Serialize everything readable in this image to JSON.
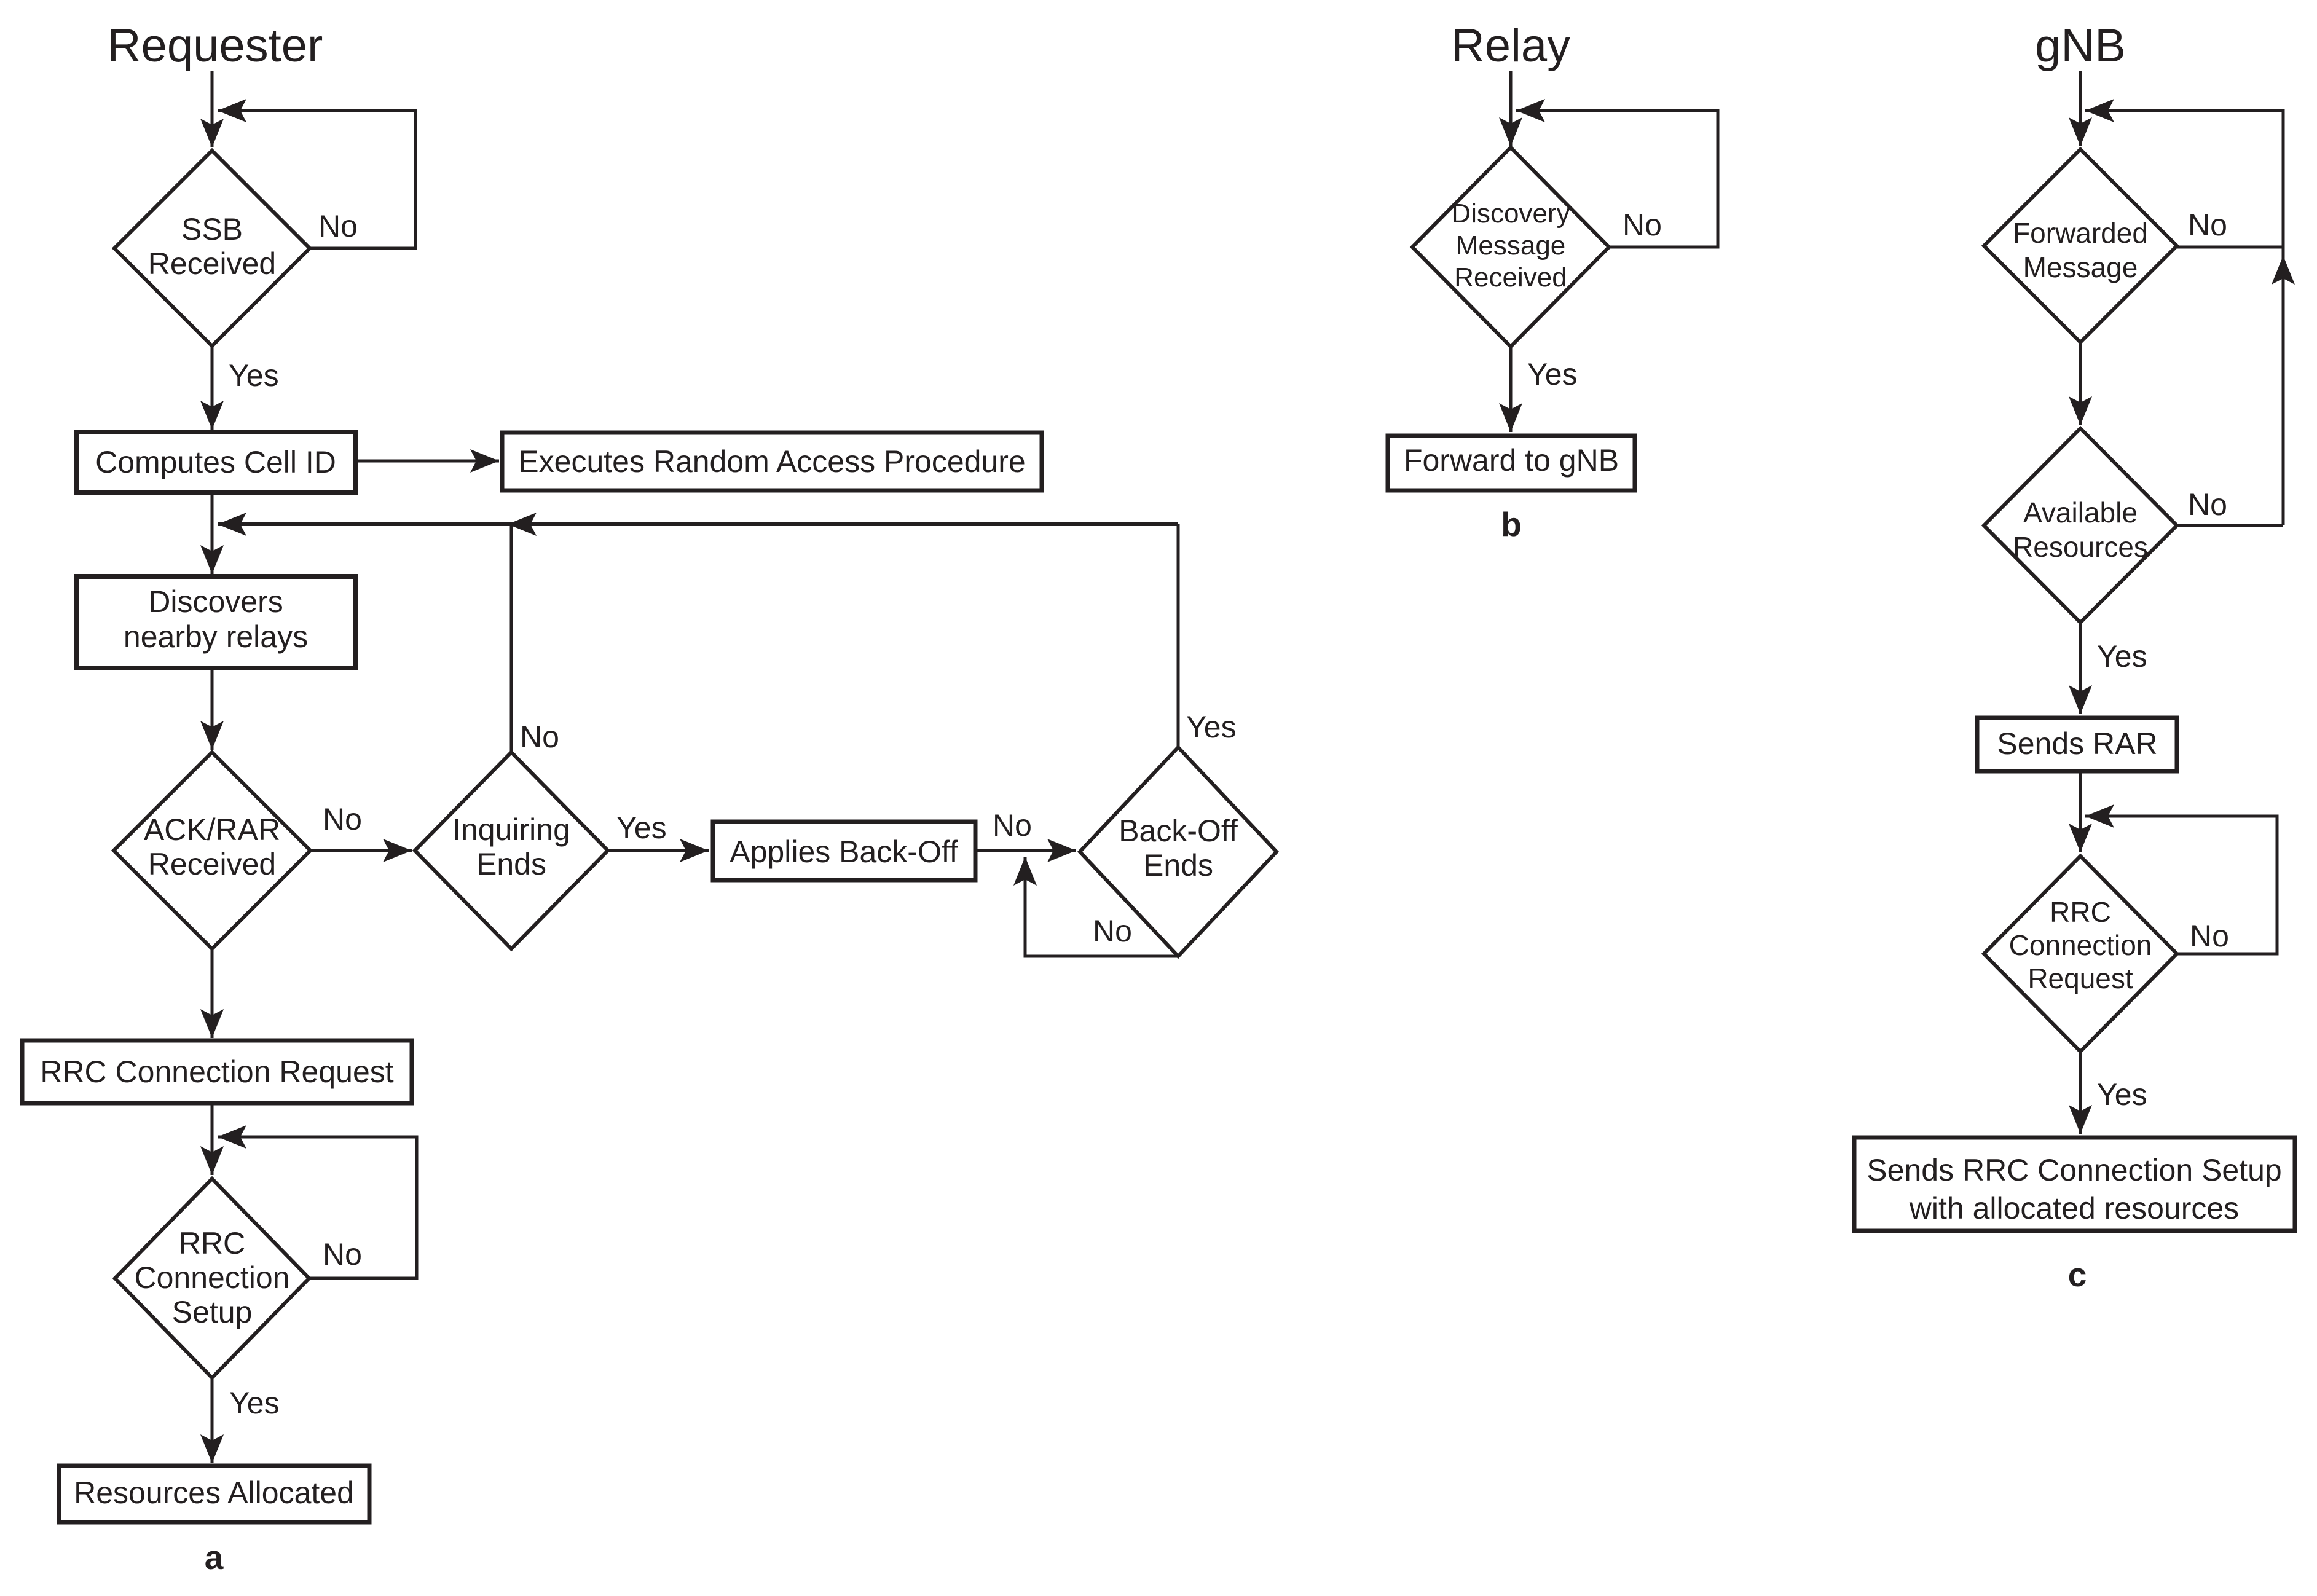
{
  "figure": {
    "background": "#ffffff",
    "line_color": "#231f20"
  },
  "requester": {
    "title": "Requester",
    "ssb_decision": {
      "line1": "SSB",
      "line2": "Received"
    },
    "ssb_no": "No",
    "ssb_yes": "Yes",
    "computes_box": "Computes Cell ID",
    "executes_box": "Executes Random Access Procedure",
    "discovers_box": {
      "line1": "Discovers",
      "line2": "nearby relays"
    },
    "ackrar_decision": {
      "line1": "ACK/RAR",
      "line2": "Received"
    },
    "ackrar_no": "No",
    "inquiring_decision": {
      "line1": "Inquiring",
      "line2": "Ends"
    },
    "inquiring_no": "No",
    "inquiring_yes": "Yes",
    "applies_box": "Applies Back-Off",
    "applies_no": "No",
    "backoff_decision": {
      "line1": "Back-Off",
      "line2": "Ends"
    },
    "backoff_yes": "Yes",
    "backoff_no": "No",
    "rrc_request_box": "RRC Connection Request",
    "rrc_setup_decision": {
      "line1": "RRC",
      "line2": "Connection",
      "line3": "Setup"
    },
    "rrc_setup_no": "No",
    "rrc_setup_yes": "Yes",
    "resources_box": "Resources Allocated",
    "panel_label": "a"
  },
  "relay": {
    "title": "Relay",
    "discovery_decision": {
      "line1": "Discovery",
      "line2": "Message",
      "line3": "Received"
    },
    "discovery_no": "No",
    "discovery_yes": "Yes",
    "forward_box": "Forward to gNB",
    "panel_label": "b"
  },
  "gnb": {
    "title": "gNB",
    "forwarded_decision": {
      "line1": "Forwarded",
      "line2": "Message"
    },
    "forwarded_no": "No",
    "available_decision": {
      "line1": "Available",
      "line2": "Resources"
    },
    "available_no": "No",
    "available_yes": "Yes",
    "sends_rar_box": "Sends RAR",
    "rrc_request_decision": {
      "line1": "RRC",
      "line2": "Connection",
      "line3": "Request"
    },
    "rrc_request_no": "No",
    "rrc_request_yes": "Yes",
    "sends_setup_box": {
      "line1": "Sends RRC Connection Setup",
      "line2": "with allocated resources"
    },
    "panel_label": "c"
  }
}
